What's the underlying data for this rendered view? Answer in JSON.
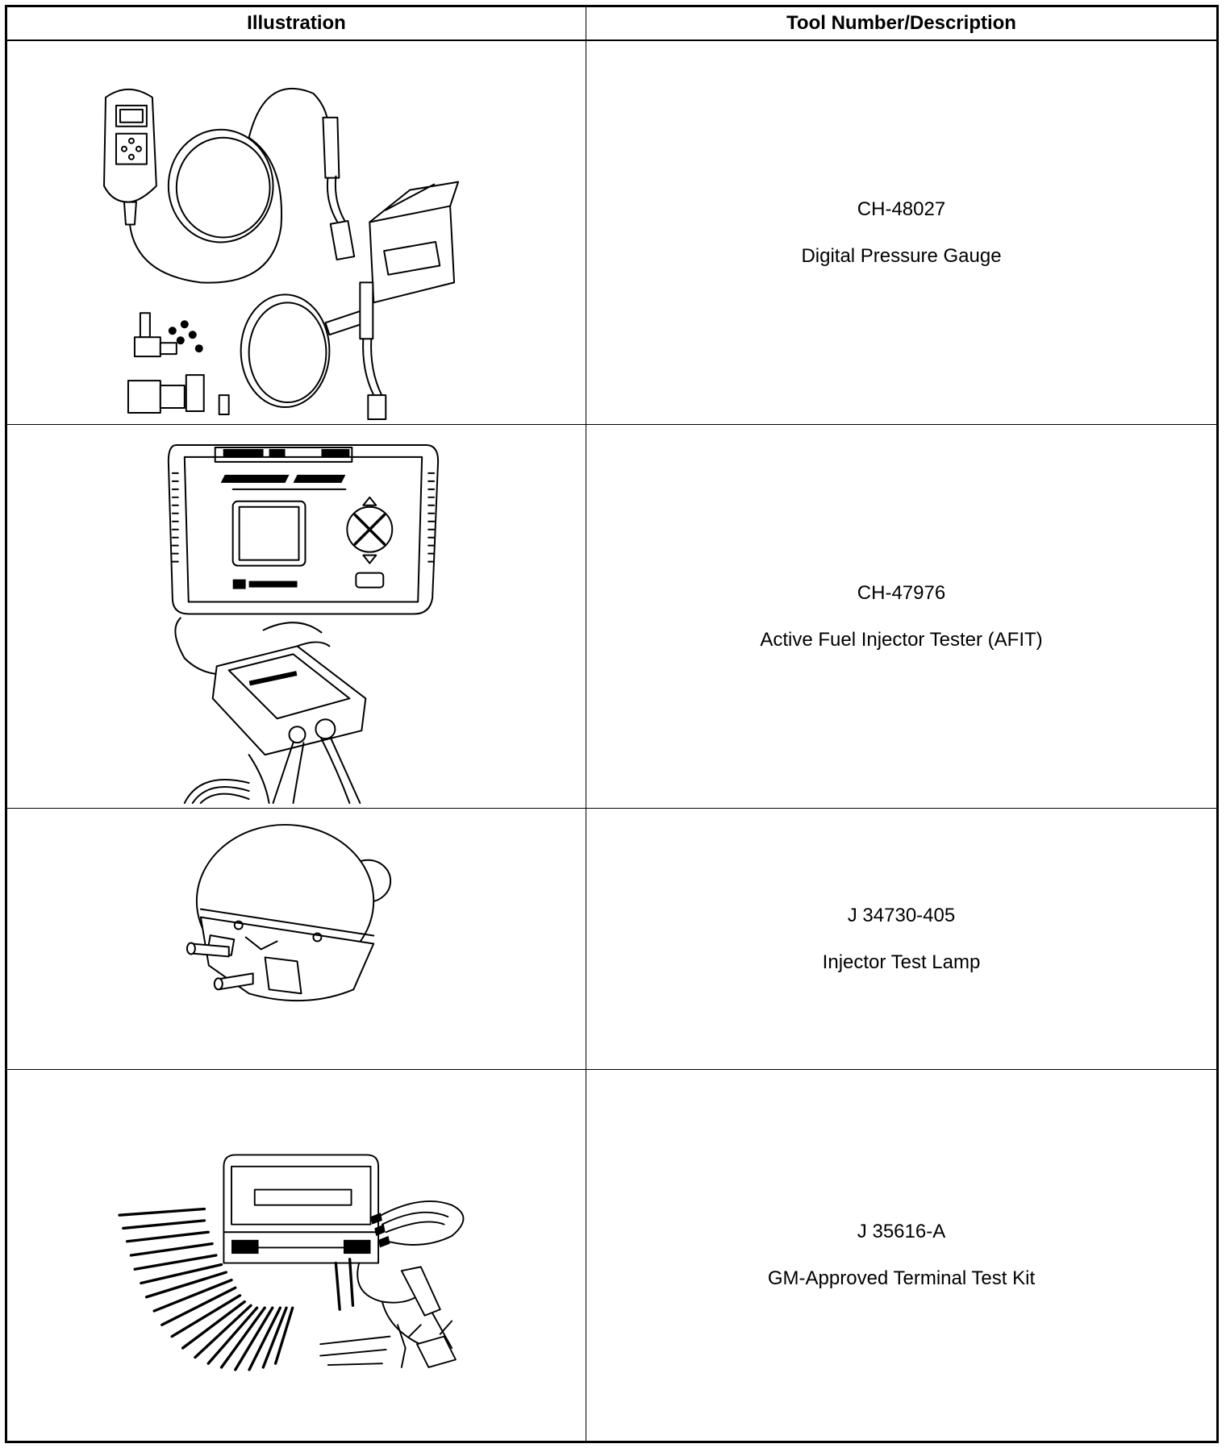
{
  "table": {
    "headers": {
      "illustration": "Illustration",
      "tool": "Tool Number/Description"
    },
    "rows": [
      {
        "tool_number": "CH-48027",
        "description": "Digital Pressure Gauge",
        "illustration_icon": "digital-pressure-gauge-icon"
      },
      {
        "tool_number": "CH-47976",
        "description": "Active Fuel Injector Tester (AFIT)",
        "illustration_icon": "fuel-injector-tester-icon"
      },
      {
        "tool_number": "J 34730-405",
        "description": "Injector Test Lamp",
        "illustration_icon": "injector-test-lamp-icon"
      },
      {
        "tool_number": "J 35616-A",
        "description": "GM-Approved Terminal Test Kit",
        "illustration_icon": "terminal-test-kit-icon"
      }
    ]
  }
}
